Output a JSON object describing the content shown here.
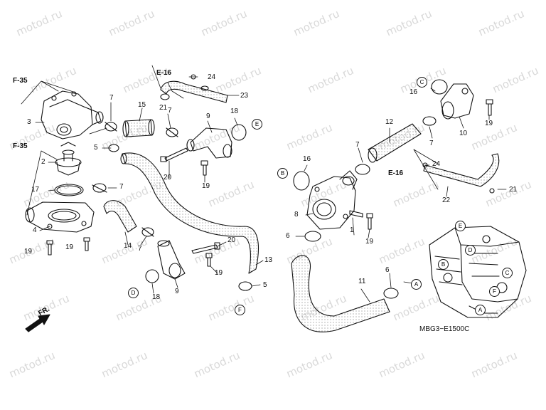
{
  "watermark": {
    "text": "motod.ru"
  },
  "diagram": {
    "code": "MBG3−E1500C",
    "direction_label": "FR.",
    "refs": {
      "f35_top": "F-35",
      "f35_mid": "F-35",
      "e16_top": "E-16",
      "e16_right": "E-16"
    },
    "part_numbers": {
      "p1": "1",
      "p2": "2",
      "p3": "3",
      "p4": "4",
      "p5a": "5",
      "p5b": "5",
      "p6a": "6",
      "p6b": "6",
      "p7a": "7",
      "p7b": "7",
      "p7c": "7",
      "p7d": "7",
      "p7e": "7",
      "p7f": "7",
      "p8": "8",
      "p9a": "9",
      "p9b": "9",
      "p10": "10",
      "p11": "11",
      "p12": "12",
      "p13": "13",
      "p14": "14",
      "p15": "15",
      "p16a": "16",
      "p16b": "16",
      "p17": "17",
      "p18a": "18",
      "p18b": "18",
      "p19a": "19",
      "p19b": "19",
      "p19c": "19",
      "p19d": "19",
      "p19e": "19",
      "p19f": "19",
      "p20a": "20",
      "p20b": "20",
      "p21a": "21",
      "p21b": "21",
      "p22": "22",
      "p23": "23",
      "p24a": "24",
      "p24b": "24"
    },
    "connectors": {
      "c_e1": "E",
      "c_b1": "B",
      "c_c1": "C",
      "c_d1": "D",
      "c_f1": "F",
      "c_a1": "A",
      "c_e2": "E",
      "c_d2": "D",
      "c_b2": "B",
      "c_f2": "F",
      "c_a2": "A",
      "c_c2": "C"
    }
  }
}
